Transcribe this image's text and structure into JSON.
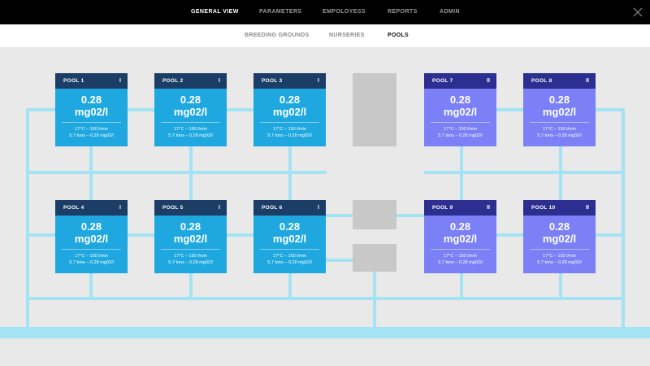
{
  "nav": {
    "items": [
      "GENERAL VIEW",
      "PARAMETERS",
      "EMPOLOYESS",
      "REPORTS",
      "ADMIN"
    ],
    "active": "GENERAL VIEW",
    "close_icon": "close-icon"
  },
  "subnav": {
    "items": [
      "BREEDING GROUNDS",
      "NURSERIES",
      "POOLS"
    ],
    "active": "POOLS"
  },
  "pools": [
    {
      "title": "POOL 1",
      "status": "I",
      "value": "0.28\nmg02/l",
      "detail1": "17°C – 150 l/min",
      "detail2": "5.7 tons – 0.28 mg02/l"
    },
    {
      "title": "POOL 2",
      "status": "I",
      "value": "0.28\nmg02/l",
      "detail1": "17°C – 150 l/min",
      "detail2": "5.7 tons – 0.28 mg02/l"
    },
    {
      "title": "POOL 3",
      "status": "I",
      "value": "0.28\nmg02/l",
      "detail1": "17°C – 150 l/min",
      "detail2": "5.7 tons – 0.28 mg02/l"
    },
    {
      "title": "POOL 7",
      "status": "II",
      "value": "0.28\nmg02/l",
      "detail1": "17°C – 150 l/min",
      "detail2": "5.7 tons – 0.28 mg02/l"
    },
    {
      "title": "POOL 8",
      "status": "II",
      "value": "0.28\nmg02/l",
      "detail1": "17°C – 150 l/min",
      "detail2": "5.7 tons – 0.28 mg02/l"
    },
    {
      "title": "POOL 4",
      "status": "I",
      "value": "0.28\nmg02/l",
      "detail1": "17°C – 150 l/min",
      "detail2": "5.7 tons – 0.28 mg02/l"
    },
    {
      "title": "POOL 5",
      "status": "I",
      "value": "0.28\nmg02/l",
      "detail1": "17°C – 150 l/min",
      "detail2": "5.7 tons – 0.28 mg02/l"
    },
    {
      "title": "POOL 6",
      "status": "I",
      "value": "0.28\nmg02/l",
      "detail1": "17°C – 150 l/min",
      "detail2": "5.7 tons – 0.28 mg02/l"
    },
    {
      "title": "POOL 9",
      "status": "II",
      "value": "0.28\nmg02/l",
      "detail1": "17°C – 150 l/min",
      "detail2": "5.7 tons – 0.28 mg02/l"
    },
    {
      "title": "POOL 10",
      "status": "II",
      "value": "0.28\nmg02/l",
      "detail1": "17°C – 150 l/min",
      "detail2": "5.7 tons – 0.28 mg02/l"
    }
  ],
  "colors": {
    "pool_blue": "#1fa8e0",
    "pool_blue_header": "#1b3d66",
    "pool_purple": "#7b80f6",
    "pool_purple_header": "#2d2f90",
    "pipe": "#a3e3f3",
    "tank": "#c8c8c8"
  }
}
